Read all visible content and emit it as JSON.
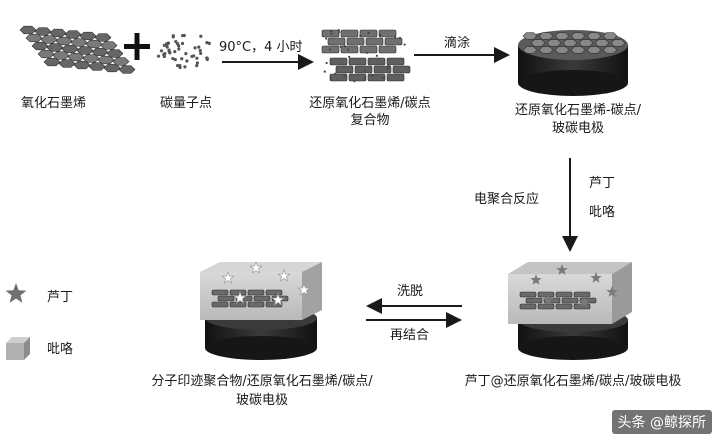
{
  "labels": {
    "go": "氧化石墨烯",
    "plus": "+",
    "cqd": "碳量子点",
    "cond": "90°C，4 小时",
    "rgo_cqd_1": "还原氧化石墨烯/碳点",
    "rgo_cqd_2": "复合物",
    "dropcoat": "滴涂",
    "gce_1": "还原氧化石墨烯-碳点/",
    "gce_2": "玻碳电极",
    "electropoly": "电聚合反应",
    "rutin_v": "芦丁",
    "pyrrole_v": "吡咯",
    "legend_rutin": "芦丁",
    "legend_pyrrole": "吡咯",
    "wash": "洗脱",
    "rebind": "再结合",
    "mip_1": "分子印迹聚合物/还原氧化石墨烯/碳点/",
    "mip_2": "玻碳电极",
    "rutin_gce": "芦丁@还原氧化石墨烯/碳点/玻碳电极"
  },
  "watermark": "头条 @鲸探所",
  "colors": {
    "sheet": "#6f6f6f",
    "electrode": "#222222",
    "polymer": "#a8a8a8",
    "star": "#707070",
    "arrow": "#1a1a1a"
  }
}
